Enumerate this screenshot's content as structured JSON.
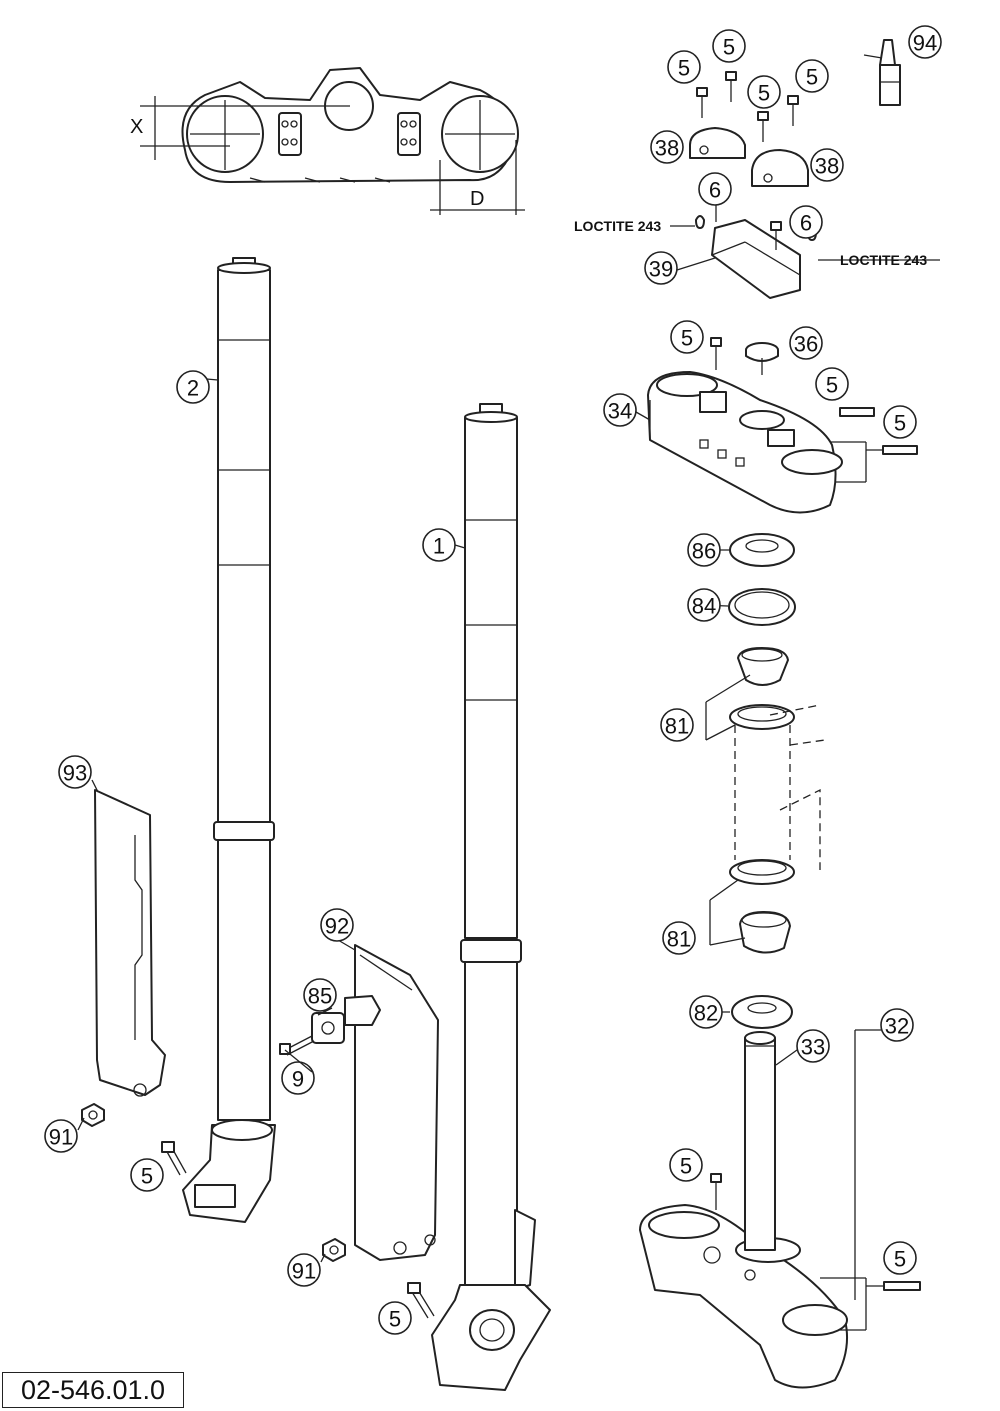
{
  "dimension_labels": {
    "x": "X",
    "d": "D"
  },
  "adhesive_labels": {
    "left": "LOCTITE 243",
    "right": "LOCTITE 243"
  },
  "reference_number": "02-546.01.0",
  "callouts": {
    "c5a": "5",
    "c5b": "5",
    "c5c": "5",
    "c5d": "5",
    "c94": "94",
    "c38a": "38",
    "c38b": "38",
    "c6a": "6",
    "c6b": "6",
    "c39": "39",
    "c5e": "5",
    "c36": "36",
    "c5f": "5",
    "c5g": "5",
    "c34": "34",
    "c86": "86",
    "c84": "84",
    "c81a": "81",
    "c81b": "81",
    "c82": "82",
    "c32": "32",
    "c33": "33",
    "c5h": "5",
    "c5i": "5",
    "c2": "2",
    "c1": "1",
    "c93": "93",
    "c92": "92",
    "c85": "85",
    "c9": "9",
    "c91a": "91",
    "c5j": "5",
    "c91b": "91",
    "c5k": "5"
  }
}
